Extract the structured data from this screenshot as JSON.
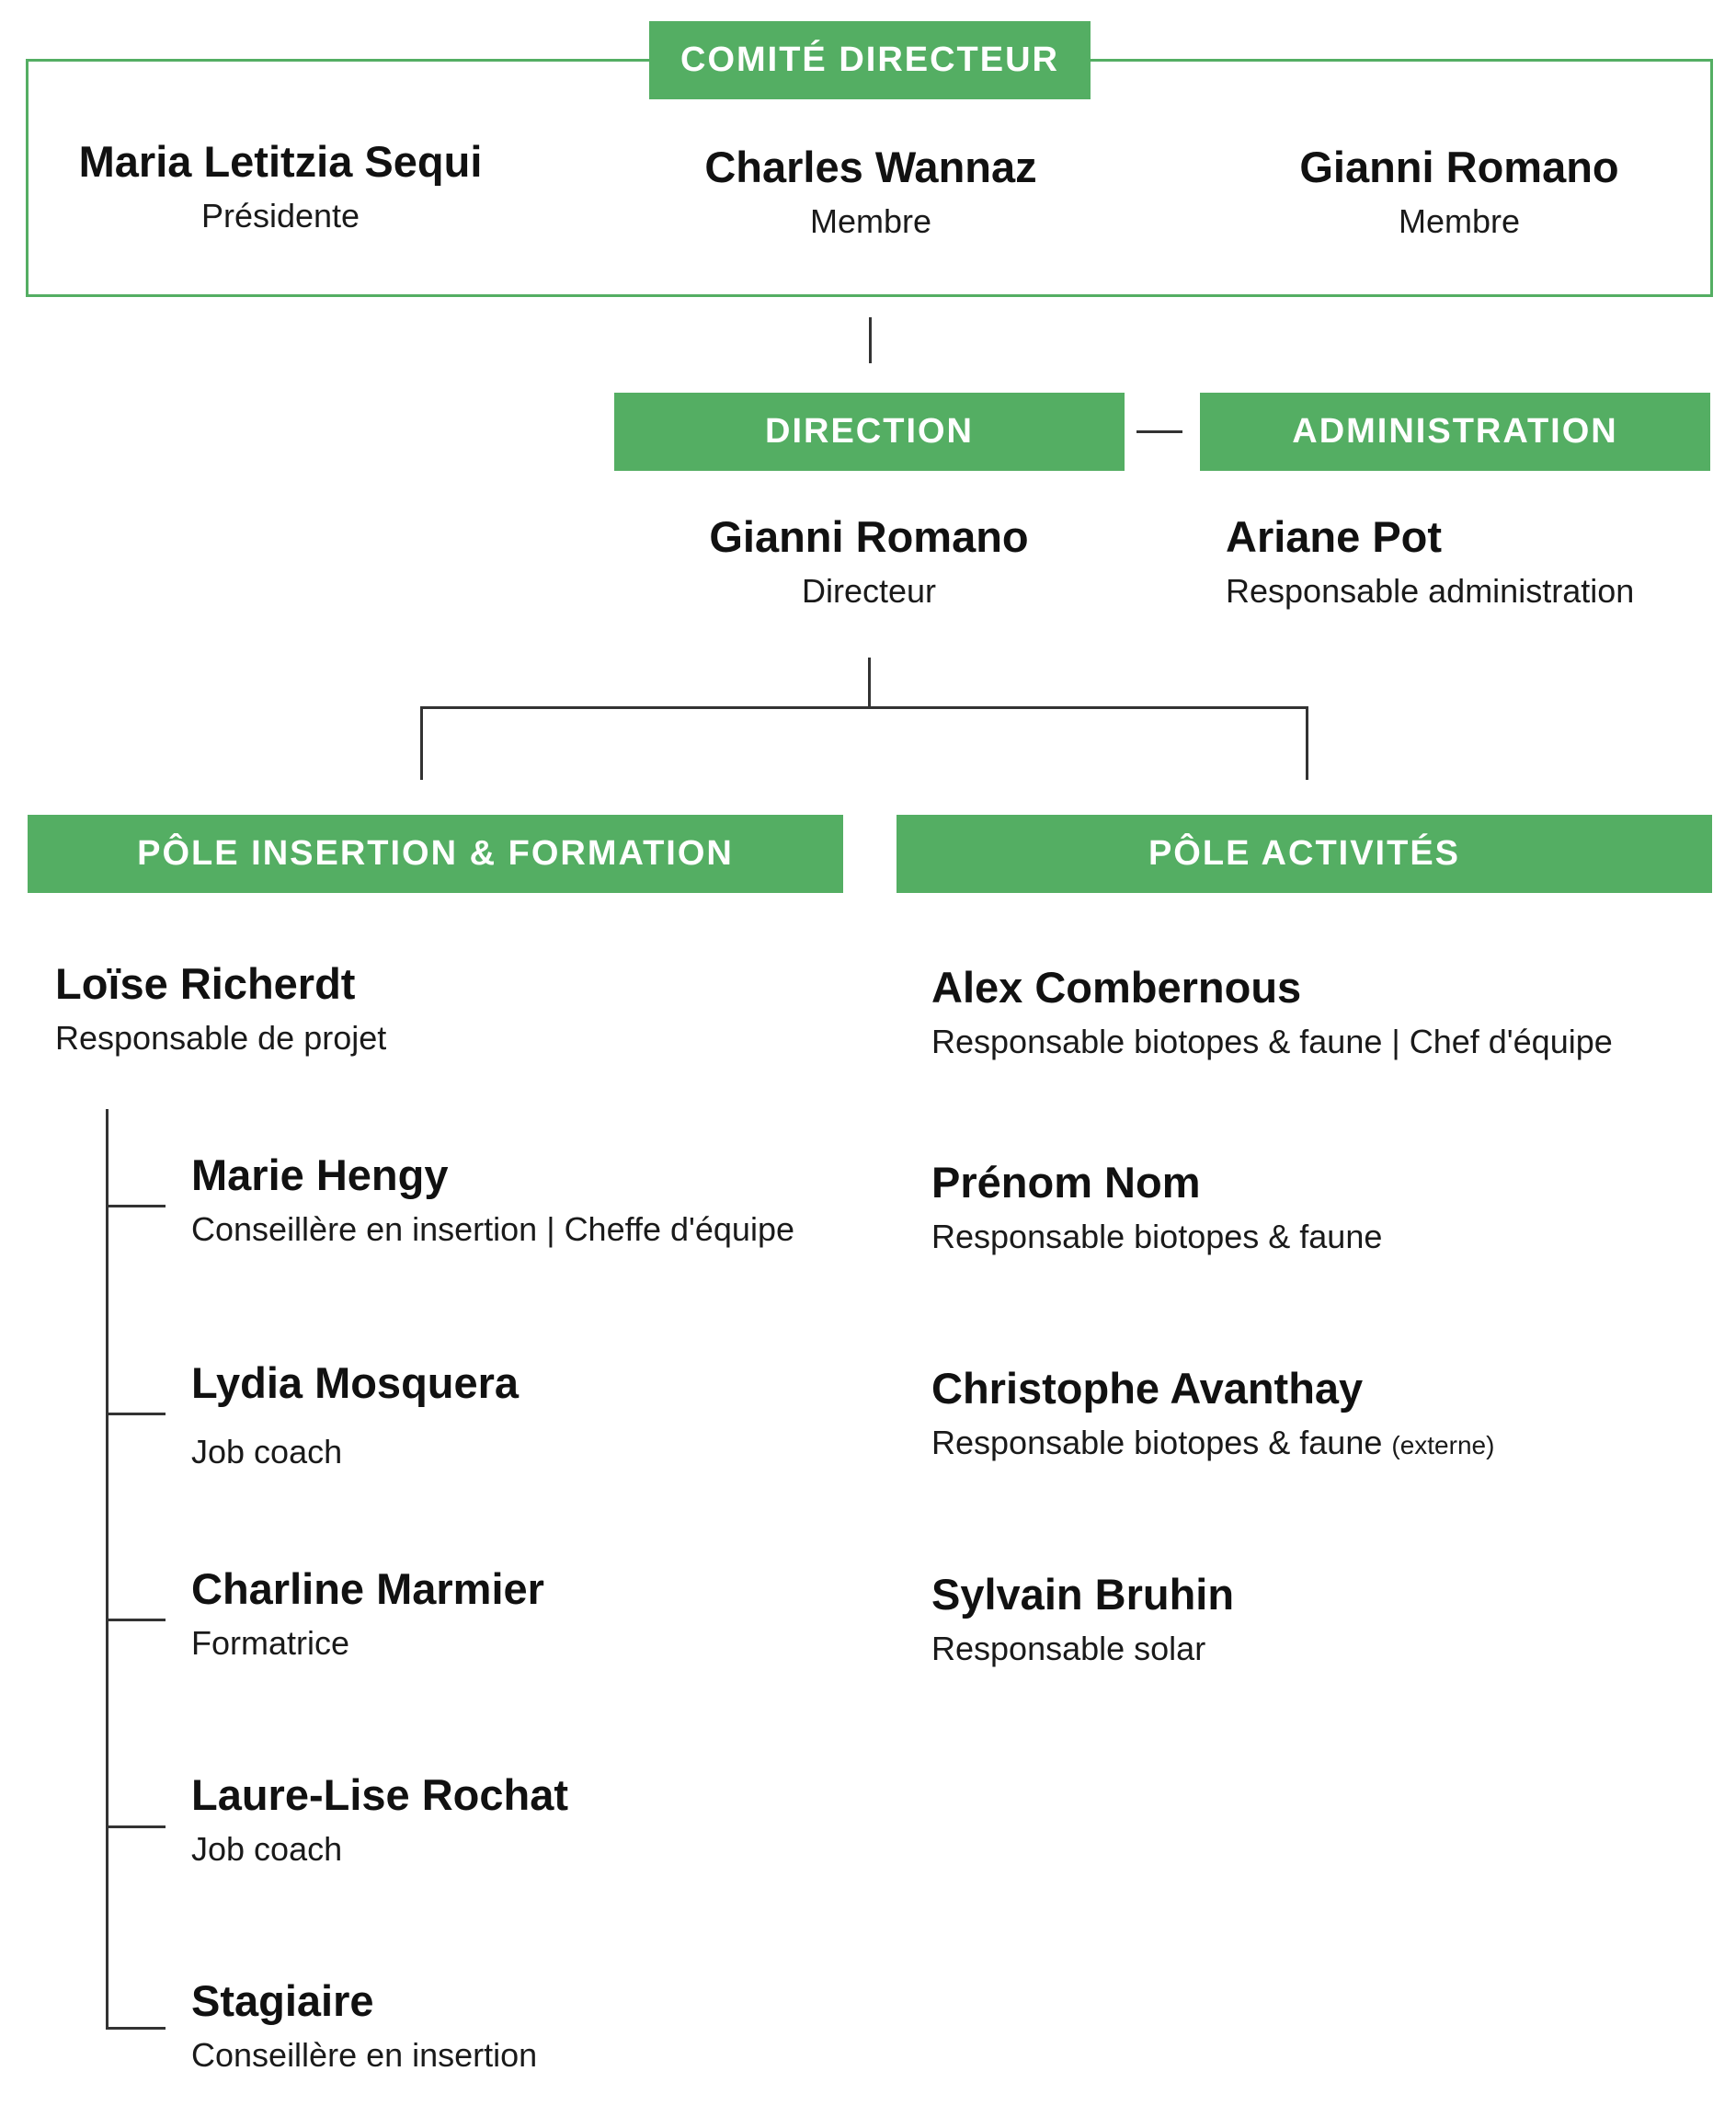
{
  "colors": {
    "accent": "#54ae63",
    "text": "#111111",
    "connector": "#333333"
  },
  "committee": {
    "title": "COMITÉ DIRECTEUR",
    "members": [
      {
        "name": "Maria Letitzia Sequi",
        "role": "Présidente"
      },
      {
        "name": "Charles Wannaz",
        "role": "Membre"
      },
      {
        "name": "Gianni Romano",
        "role": "Membre"
      }
    ]
  },
  "direction": {
    "title": "DIRECTION",
    "person": {
      "name": "Gianni Romano",
      "role": "Directeur"
    }
  },
  "administration": {
    "title": "ADMINISTRATION",
    "person": {
      "name": "Ariane Pot",
      "role": "Responsable administration"
    }
  },
  "pole_insertion": {
    "title": "PÔLE INSERTION & FORMATION",
    "lead": {
      "name": "Loïse Richerdt",
      "role": "Responsable de projet"
    },
    "members": [
      {
        "name": "Marie Hengy",
        "role": "Conseillère en insertion | Cheffe d'équipe"
      },
      {
        "name": "Lydia Mosquera",
        "role": "Job coach"
      },
      {
        "name": "Charline Marmier",
        "role": "Formatrice"
      },
      {
        "name": "Laure-Lise Rochat",
        "role": "Job coach"
      },
      {
        "name": "Stagiaire",
        "role": "Conseillère en insertion"
      }
    ]
  },
  "pole_activites": {
    "title": "PÔLE ACTIVITÉS",
    "members": [
      {
        "name": "Alex Combernous",
        "role": "Responsable biotopes & faune | Chef d'équipe",
        "note": ""
      },
      {
        "name": "Prénom Nom",
        "role": "Responsable biotopes & faune",
        "note": ""
      },
      {
        "name": "Christophe Avanthay",
        "role": "Responsable biotopes & faune",
        "note": "(externe)"
      },
      {
        "name": "Sylvain Bruhin",
        "role": "Responsable solar",
        "note": ""
      }
    ]
  }
}
